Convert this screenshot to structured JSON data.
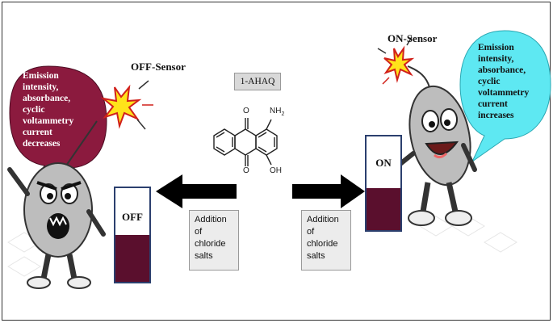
{
  "off_sensor": {
    "title": "OFF-Sensor",
    "bubble_text": "Emission intensity, absorbance, cyclic voltammetry current decreases",
    "gauge_label": "OFF",
    "bubble_color": "#8b1a3e"
  },
  "on_sensor": {
    "title": "ON-Sensor",
    "bubble_text": "Emission intensity, absorbance, cyclic voltammetry current increases",
    "gauge_label": "ON",
    "bubble_color": "#5ee8f2"
  },
  "compound": {
    "name": "1-AHAQ",
    "substituent_top": "NH",
    "substituent_top_sub": "2",
    "substituent_bottom": "OH",
    "carbonyl_top": "O",
    "carbonyl_bottom": "O"
  },
  "arrows": {
    "left_note": "Addition of chloride salts",
    "right_note": "Addition of chloride salts"
  },
  "colors": {
    "gauge_fill": "#5a0f2d",
    "gauge_border": "#2b3f6e",
    "arrow": "#000000",
    "star": "#ffe31a"
  },
  "levels": {
    "off_fill_fraction": 0.5,
    "on_fill_fraction": 0.45
  }
}
